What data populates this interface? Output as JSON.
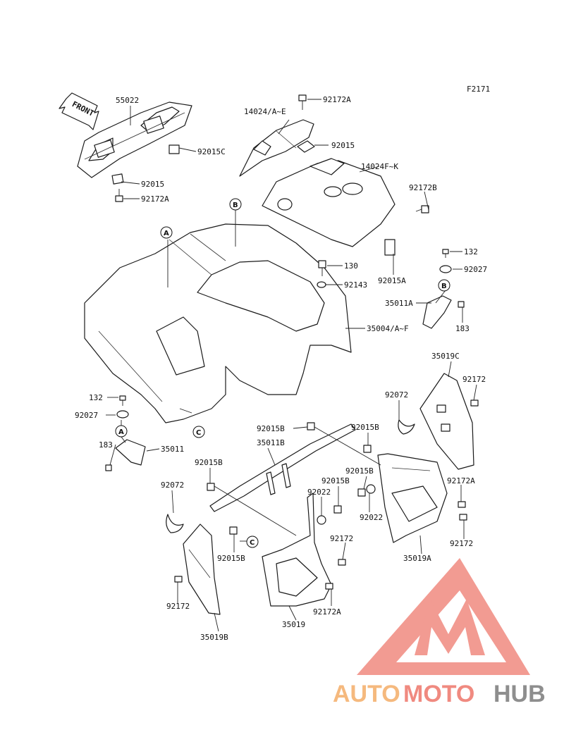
{
  "figure_code": "F2171",
  "front_label": "FRONT",
  "callouts": [
    {
      "id": "c1",
      "text": "92172A"
    },
    {
      "id": "c2",
      "text": "14024/A~E"
    },
    {
      "id": "c3",
      "text": "55022"
    },
    {
      "id": "c4",
      "text": "92015"
    },
    {
      "id": "c5",
      "text": "14024F~K"
    },
    {
      "id": "c6",
      "text": "92015C"
    },
    {
      "id": "c7",
      "text": "92172B"
    },
    {
      "id": "c8",
      "text": "92015"
    },
    {
      "id": "c9",
      "text": "92172A"
    },
    {
      "id": "c10",
      "text": "132"
    },
    {
      "id": "c11",
      "text": "130"
    },
    {
      "id": "c12",
      "text": "92027"
    },
    {
      "id": "c13",
      "text": "92015A"
    },
    {
      "id": "c14",
      "text": "92143"
    },
    {
      "id": "c15",
      "text": "35011A"
    },
    {
      "id": "c16",
      "text": "183"
    },
    {
      "id": "c17",
      "text": "35004/A~F"
    },
    {
      "id": "c18",
      "text": "35019C"
    },
    {
      "id": "c19",
      "text": "92172"
    },
    {
      "id": "c20",
      "text": "92072"
    },
    {
      "id": "c21",
      "text": "132"
    },
    {
      "id": "c22",
      "text": "92027"
    },
    {
      "id": "c23",
      "text": "92015B"
    },
    {
      "id": "c24",
      "text": "92015B"
    },
    {
      "id": "c25",
      "text": "35011B"
    },
    {
      "id": "c26",
      "text": "183"
    },
    {
      "id": "c27",
      "text": "35011"
    },
    {
      "id": "c28",
      "text": "92015B"
    },
    {
      "id": "c29",
      "text": "92015B"
    },
    {
      "id": "c30",
      "text": "92015B"
    },
    {
      "id": "c31",
      "text": "92072"
    },
    {
      "id": "c32",
      "text": "92022"
    },
    {
      "id": "c33",
      "text": "92172A"
    },
    {
      "id": "c34",
      "text": "92022"
    },
    {
      "id": "c35",
      "text": "92172"
    },
    {
      "id": "c36",
      "text": "92172"
    },
    {
      "id": "c37",
      "text": "92015B"
    },
    {
      "id": "c38",
      "text": "35019A"
    },
    {
      "id": "c39",
      "text": "92172"
    },
    {
      "id": "c40",
      "text": "92172A"
    },
    {
      "id": "c41",
      "text": "35019"
    },
    {
      "id": "c42",
      "text": "35019B"
    }
  ],
  "reference_markers": [
    {
      "id": "m1",
      "text": "A"
    },
    {
      "id": "m2",
      "text": "B"
    },
    {
      "id": "m3",
      "text": "B"
    },
    {
      "id": "m4",
      "text": "C"
    },
    {
      "id": "m5",
      "text": "A"
    },
    {
      "id": "m6",
      "text": "C"
    }
  ],
  "watermark": {
    "auto": "AUTO",
    "moto": "MOTO",
    "hub": "HUB",
    "color_auto": "#f5b97e",
    "color_moto": "#f08a80",
    "color_hub": "#8e8e8e",
    "logo_color": "#f08a80"
  }
}
